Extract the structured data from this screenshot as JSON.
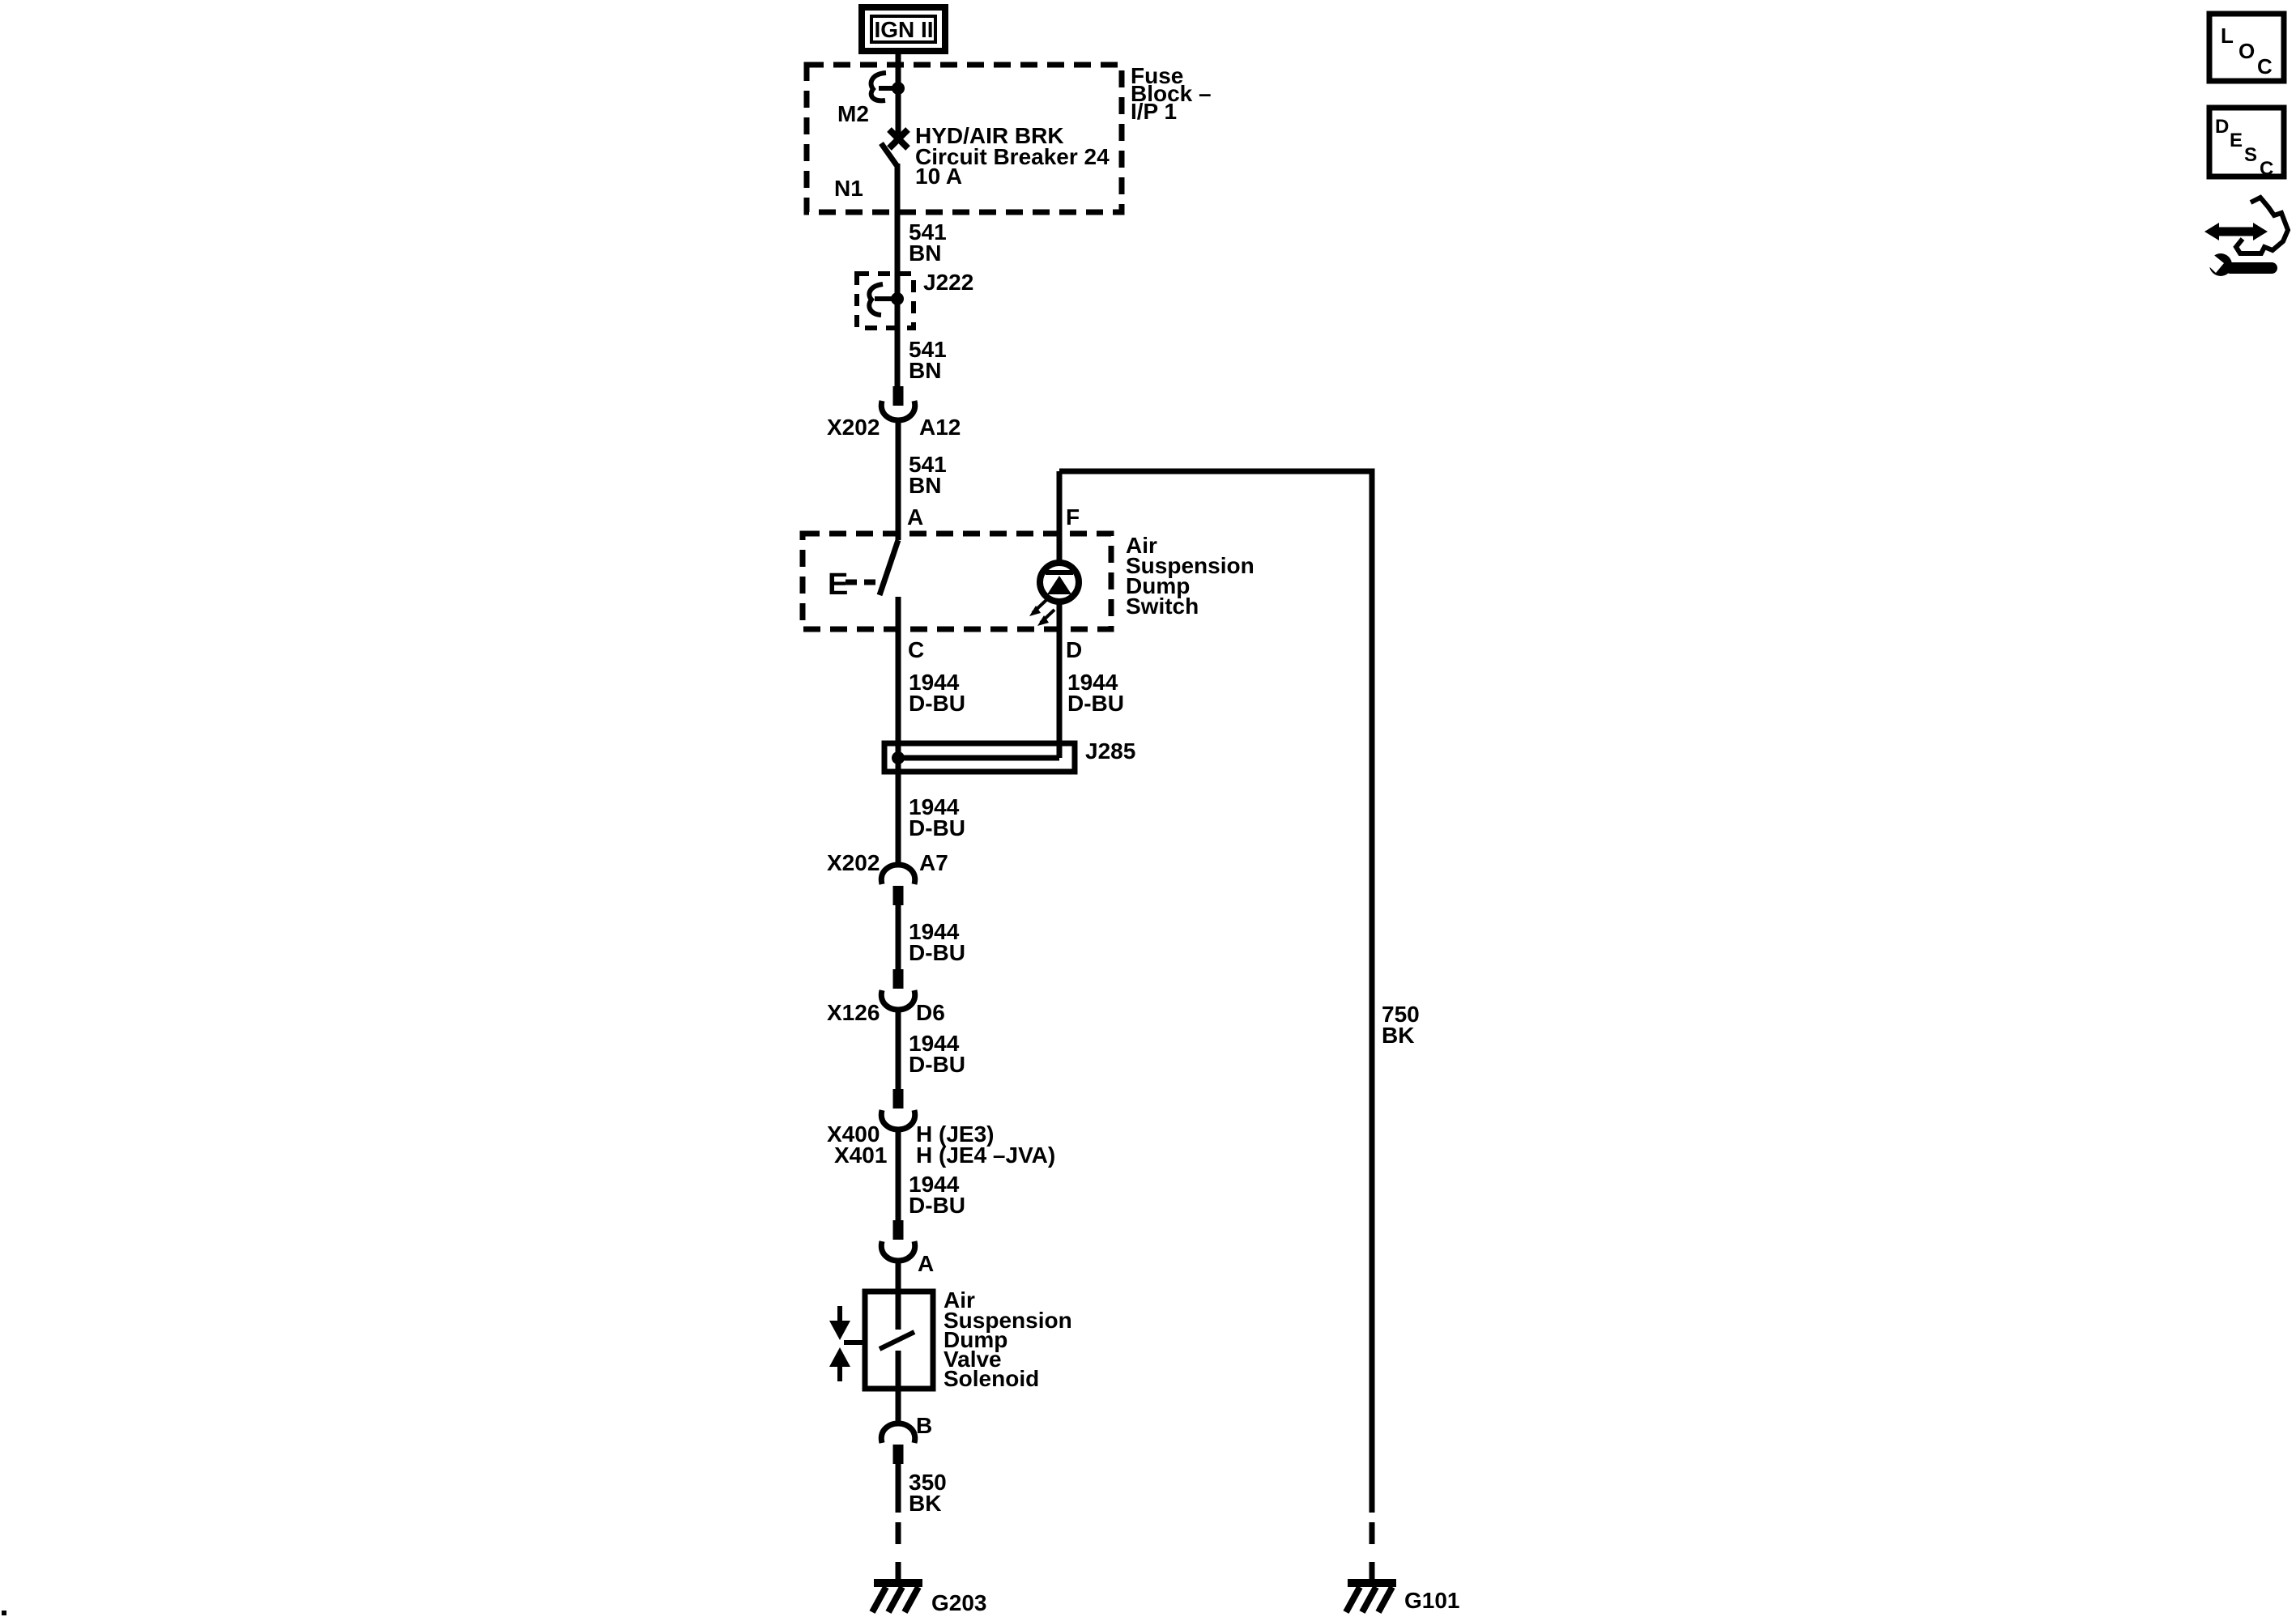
{
  "diagram": {
    "power_feed": {
      "label": "IGN II"
    },
    "fuse_block": {
      "title": [
        "Fuse",
        "Block –",
        "I/P 1"
      ],
      "terminal_top": "M2",
      "terminal_bottom": "N1",
      "breaker": [
        "HYD/AIR BRK",
        "Circuit Breaker 24",
        "10 A"
      ]
    },
    "splices": {
      "j222": "J222",
      "j285": "J285"
    },
    "connectors": {
      "c1": {
        "name": "X202",
        "pin": "A12"
      },
      "c2": {
        "name": "X202",
        "pin": "A7"
      },
      "c3": {
        "name": "X126",
        "pin": "D6"
      },
      "c4": {
        "names": [
          "X400",
          "X401"
        ],
        "pins": [
          "H (JE3)",
          "H (JE4 –JVA)"
        ]
      }
    },
    "dump_switch": {
      "title": [
        "Air",
        "Suspension",
        "Dump",
        "Switch"
      ],
      "terminals": {
        "a": "A",
        "f": "F",
        "c": "C",
        "d": "D"
      },
      "contact_label": "E"
    },
    "solenoid": {
      "title": [
        "Air",
        "Suspension",
        "Dump",
        "Valve",
        "Solenoid"
      ],
      "terminals": {
        "a": "A",
        "b": "B"
      }
    },
    "wires": {
      "w1": [
        "541",
        "BN"
      ],
      "w2": [
        "541",
        "BN"
      ],
      "w3": [
        "541",
        "BN"
      ],
      "w4": [
        "1944",
        "D-BU"
      ],
      "w5": [
        "1944",
        "D-BU"
      ],
      "w6": [
        "1944",
        "D-BU"
      ],
      "w7": [
        "1944",
        "D-BU"
      ],
      "w8": [
        "1944",
        "D-BU"
      ],
      "w9": [
        "1944",
        "D-BU"
      ],
      "w10": [
        "350",
        "BK"
      ],
      "w11": [
        "750",
        "BK"
      ]
    },
    "grounds": {
      "g203": "G203",
      "g101": "G101"
    }
  },
  "toolbar": {
    "loc_letters": [
      "L",
      "O",
      "C"
    ],
    "desc_letters": [
      "D",
      "E",
      "S",
      "C"
    ]
  },
  "colors": {
    "ink": "#000000",
    "paper": "#ffffff"
  }
}
